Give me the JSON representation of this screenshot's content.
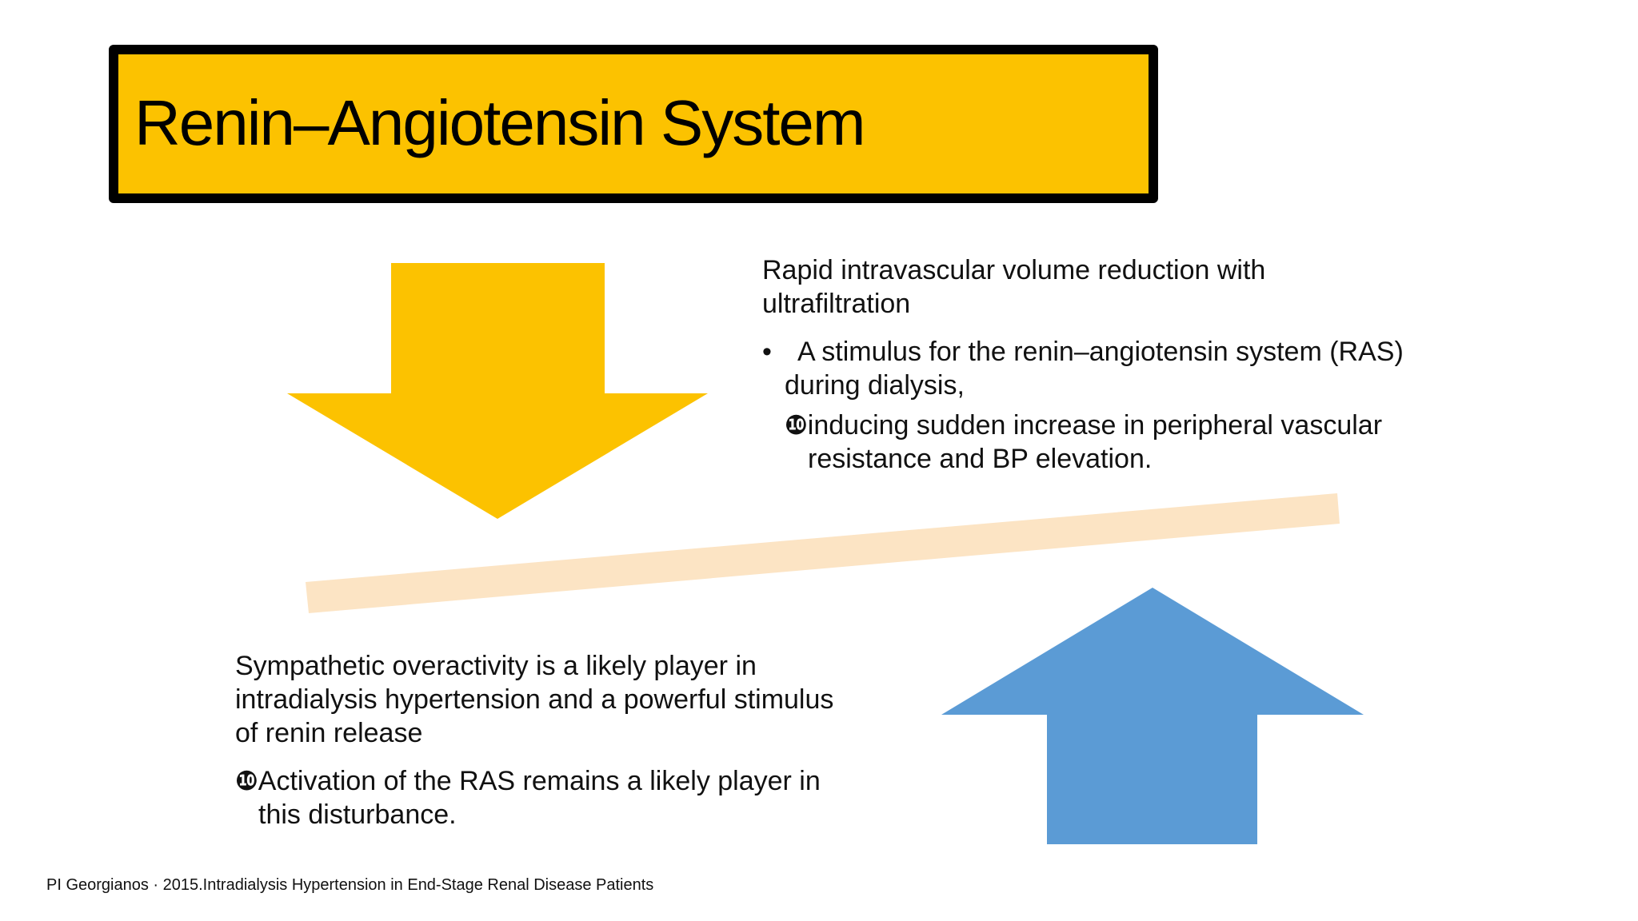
{
  "slide": {
    "title": "Renin–Angiotensin System",
    "top_block": {
      "heading_line1": "Rapid intravascular volume reduction with",
      "heading_line2": "ultrafiltration",
      "bullet_symbol": "•",
      "bullet_line1": "A stimulus for the renin–angiotensin system (RAS)",
      "bullet_line2": "during dialysis,",
      "sub_marker": "❿",
      "sub_line1": "inducing sudden increase in peripheral vascular",
      "sub_line2": "resistance and BP elevation."
    },
    "bottom_block": {
      "line1": "Sympathetic overactivity is a likely player in",
      "line2": "intradialysis hypertension and a powerful stimulus",
      "line3": "of renin release",
      "sub_marker": "❿",
      "sub_line1": "Activation of the RAS remains a likely player in",
      "sub_line2": "this disturbance."
    },
    "citation": "PI Georgianos · 2015.Intradialysis Hypertension in End-Stage Renal Disease Patients"
  },
  "shapes": {
    "down_arrow_icon": "arrow-down",
    "up_arrow_icon": "arrow-up",
    "seesaw_bar": "balance-beam"
  },
  "colors": {
    "title_fill": "#FCC200",
    "title_border": "#000000",
    "down_arrow": "#FCC200",
    "up_arrow": "#5B9BD5",
    "balance_bar": "#FCE4C4",
    "text": "#111111"
  }
}
